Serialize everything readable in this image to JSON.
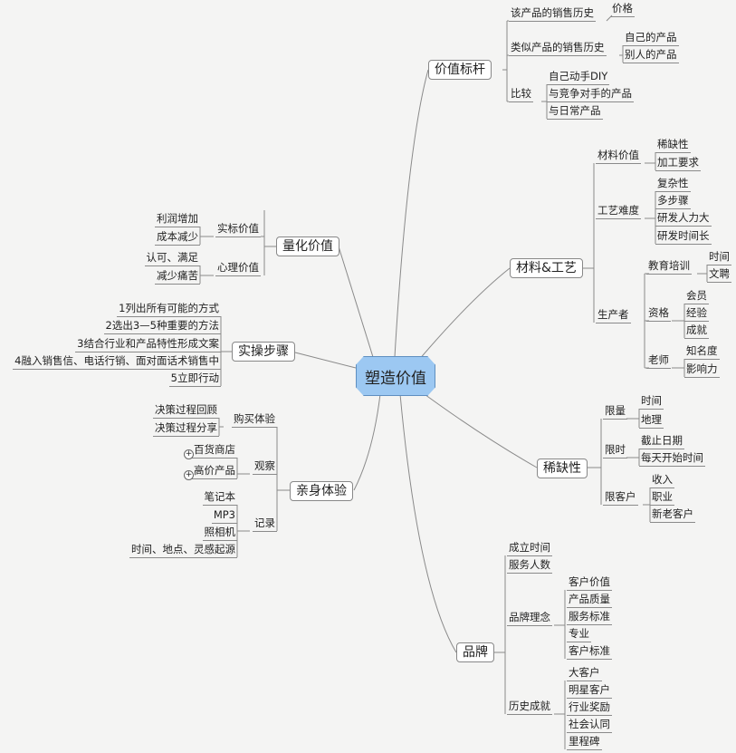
{
  "center": "塑造价值",
  "value_benchmark": {
    "title": "价值标杆",
    "items": [
      {
        "label": "该产品的销售历史",
        "children": [
          "价格"
        ]
      },
      {
        "label": "类似产品的销售历史",
        "children": [
          "自己的产品",
          "别人的产品"
        ]
      },
      {
        "label": "比较",
        "children": [
          "自己动手DIY",
          "与竞争对手的产品",
          "与日常产品"
        ]
      }
    ]
  },
  "material_craft": {
    "title": "材料&工艺",
    "items": [
      {
        "label": "材料价值",
        "children": [
          "稀缺性",
          "加工要求"
        ]
      },
      {
        "label": "工艺难度",
        "children": [
          "复杂性",
          "多步骤",
          "研发人力大",
          "研发时间长"
        ]
      },
      {
        "label": "生产者",
        "children": [
          {
            "label": "教育培训",
            "children": [
              "时间",
              "文聘"
            ]
          },
          {
            "label": "资格",
            "children": [
              "会员",
              "经验",
              "成就"
            ]
          },
          {
            "label": "老师",
            "children": [
              "知名度",
              "影响力"
            ]
          }
        ]
      }
    ]
  },
  "scarcity": {
    "title": "稀缺性",
    "items": [
      {
        "label": "限量",
        "children": [
          "时间",
          "地理"
        ]
      },
      {
        "label": "限时",
        "children": [
          "截止日期",
          "每天开始时间"
        ]
      },
      {
        "label": "限客户",
        "children": [
          "收入",
          "职业",
          "新老客户"
        ]
      }
    ]
  },
  "brand": {
    "title": "品牌",
    "items": [
      {
        "label": "成立时间",
        "children": []
      },
      {
        "label": "服务人数",
        "children": []
      },
      {
        "label": "品牌理念",
        "children": [
          "客户价值",
          "产品质量",
          "服务标准",
          "专业",
          "客户标准"
        ]
      },
      {
        "label": "历史成就",
        "children": [
          "大客户",
          "明星客户",
          "行业奖励",
          "社会认同",
          "里程碑"
        ]
      }
    ]
  },
  "quantified_value": {
    "title": "量化价值",
    "items": [
      {
        "label": "实标价值",
        "children": [
          "利润增加",
          "成本减少"
        ]
      },
      {
        "label": "心理价值",
        "children": [
          "认可、满足",
          "减少痛苦"
        ]
      }
    ]
  },
  "practical_steps": {
    "title": "实操步骤",
    "items": [
      "1列出所有可能的方式",
      "2选出3—5种重要的方法",
      "3结合行业和产品特性形成文案",
      "4融入销售信、电话行销、面对面话术销售中",
      "5立即行动"
    ]
  },
  "personal_experience": {
    "title": "亲身体验",
    "items": [
      {
        "label": "购买体验",
        "children": [
          "决策过程回顾",
          "决策过程分享"
        ]
      },
      {
        "label": "观察",
        "children": [
          "百货商店",
          "高价产品"
        ]
      },
      {
        "label": "记录",
        "children": [
          "笔记本",
          "MP3",
          "照相机",
          "时间、地点、灵感起源"
        ]
      }
    ],
    "expand_icon": "+"
  },
  "colors": {
    "center_fill": "#9cc8f2",
    "background": "#f4f4f3"
  }
}
